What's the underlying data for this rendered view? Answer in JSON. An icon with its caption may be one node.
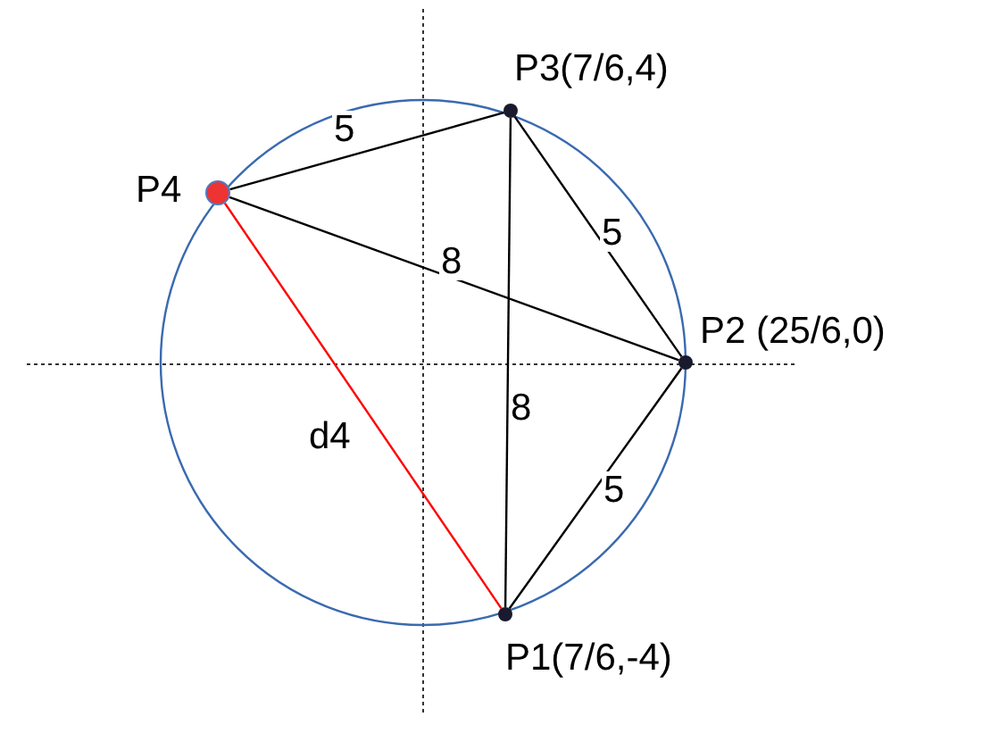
{
  "diagram": {
    "nodes": [
      {
        "text": [],
        "shape": "circle",
        "beside": [
          "P3(7/6,4)"
        ]
      },
      {
        "text": [],
        "shape": "circle",
        "beside": [
          "P4"
        ]
      },
      {
        "text": [],
        "shape": "circle",
        "beside": [
          "P2 (25/6,0)"
        ]
      },
      {
        "text": [],
        "shape": "circle",
        "beside": [
          "P1(7/6,-4)"
        ]
      }
    ],
    "edges": [
      {
        "from": 1,
        "to": 0,
        "arrow": "none",
        "label": "5"
      },
      {
        "from": 0,
        "to": 2,
        "arrow": "none",
        "label": "5"
      },
      {
        "from": 1,
        "to": 2,
        "arrow": "none",
        "label": "8"
      },
      {
        "from": 0,
        "to": 3,
        "arrow": "none",
        "label": "8"
      },
      {
        "from": 2,
        "to": 3,
        "arrow": "none",
        "label": "5"
      },
      {
        "from": 1,
        "to": 3,
        "arrow": "none",
        "label": "d4",
        "color": "#ff0000"
      }
    ]
  }
}
